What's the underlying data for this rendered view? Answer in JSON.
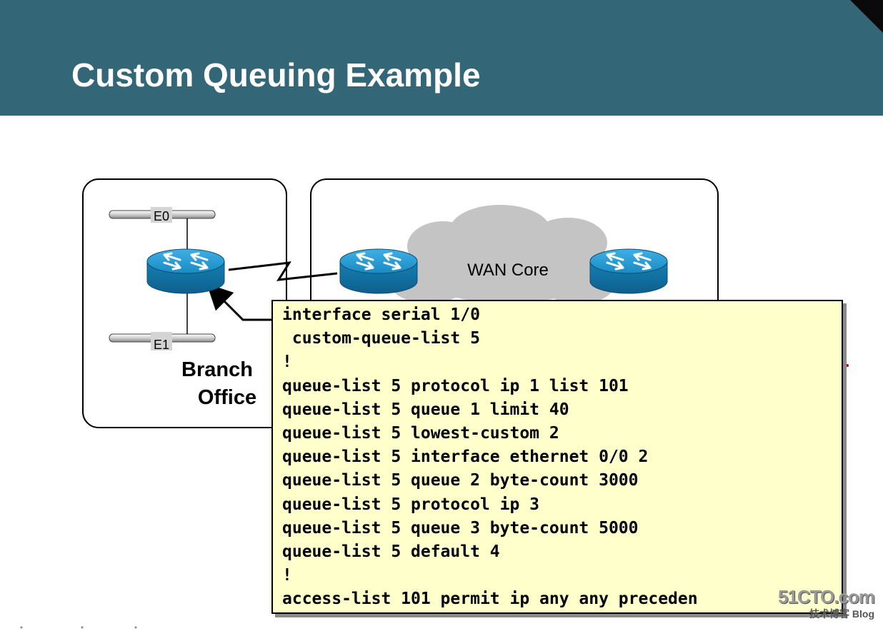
{
  "slide": {
    "title": "Custom Queuing Example"
  },
  "diagram": {
    "segments": [
      {
        "label": "E0"
      },
      {
        "label": "E1"
      }
    ],
    "branch_label_line1": "Branch",
    "branch_label_line2": "Office",
    "cloud_label": "WAN Core"
  },
  "config": {
    "lines": [
      "interface serial 1/0",
      " custom-queue-list 5",
      "!",
      "queue-list 5 protocol ip 1 list 101",
      "queue-list 5 queue 1 limit 40",
      "queue-list 5 lowest-custom 2",
      "queue-list 5 interface ethernet 0/0 2",
      "queue-list 5 queue 2 byte-count 3000",
      "queue-list 5 protocol ip 3",
      "queue-list 5 queue 3 byte-count 5000",
      "queue-list 5 default 4",
      "!",
      "access-list 101 permit ip any any preceden"
    ]
  },
  "watermark": {
    "brand": "51CTO.com",
    "sub": "技术博客  Blog"
  },
  "colors": {
    "header": "#336677",
    "router": "#1a8bc2",
    "code_background": "#ffffcc"
  }
}
